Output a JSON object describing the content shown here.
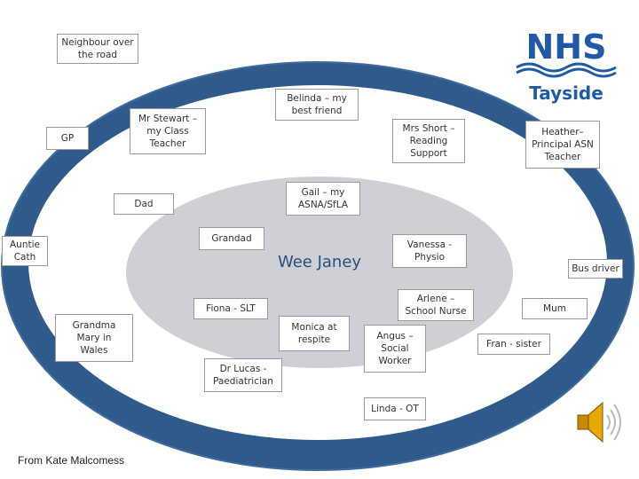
{
  "diagram": {
    "centre_label": "Wee Janey",
    "colors": {
      "outer_ring": "#2f5a8c",
      "outer_ring_edge": "#3e6c9e",
      "middle_fill": "#ffffff",
      "inner_fill": "#cfcfd6",
      "logo_blue": "#1f5aa6",
      "label_border": "#9a9a9a"
    },
    "labels": {
      "neighbour": "Neighbour over\nthe road",
      "belinda": "Belinda – my\nbest friend",
      "mr_stewart": "Mr Stewart –\nmy Class\nTeacher",
      "gp": "GP",
      "mrs_short": "Mrs Short –\nReading\nSupport",
      "heather": "Heather–\nPrincipal ASN\nTeacher",
      "gail": "Gail – my\nASNA/SfLA",
      "dad": "Dad",
      "auntie_cath": "Auntie\nCath",
      "grandad": "Grandad",
      "vanessa": "Vanessa -\nPhysio",
      "bus_driver": "Bus driver",
      "arlene": "Arlene –\nSchool Nurse",
      "mum": "Mum",
      "fiona": "Fiona - SLT",
      "grandma": "Grandma\nMary in\nWales",
      "monica": "Monica at\nrespite",
      "angus": "Angus –\nSocial\nWorker",
      "fran": "Fran - sister",
      "dr_lucas": "Dr Lucas -\nPaediatrician",
      "linda": "Linda - OT"
    }
  },
  "logo": {
    "text": "NHS",
    "region": "Tayside",
    "icon": "nhs-wave-logo"
  },
  "speaker": {
    "icon": "speaker-icon"
  },
  "credit": "From Kate Malcomess"
}
